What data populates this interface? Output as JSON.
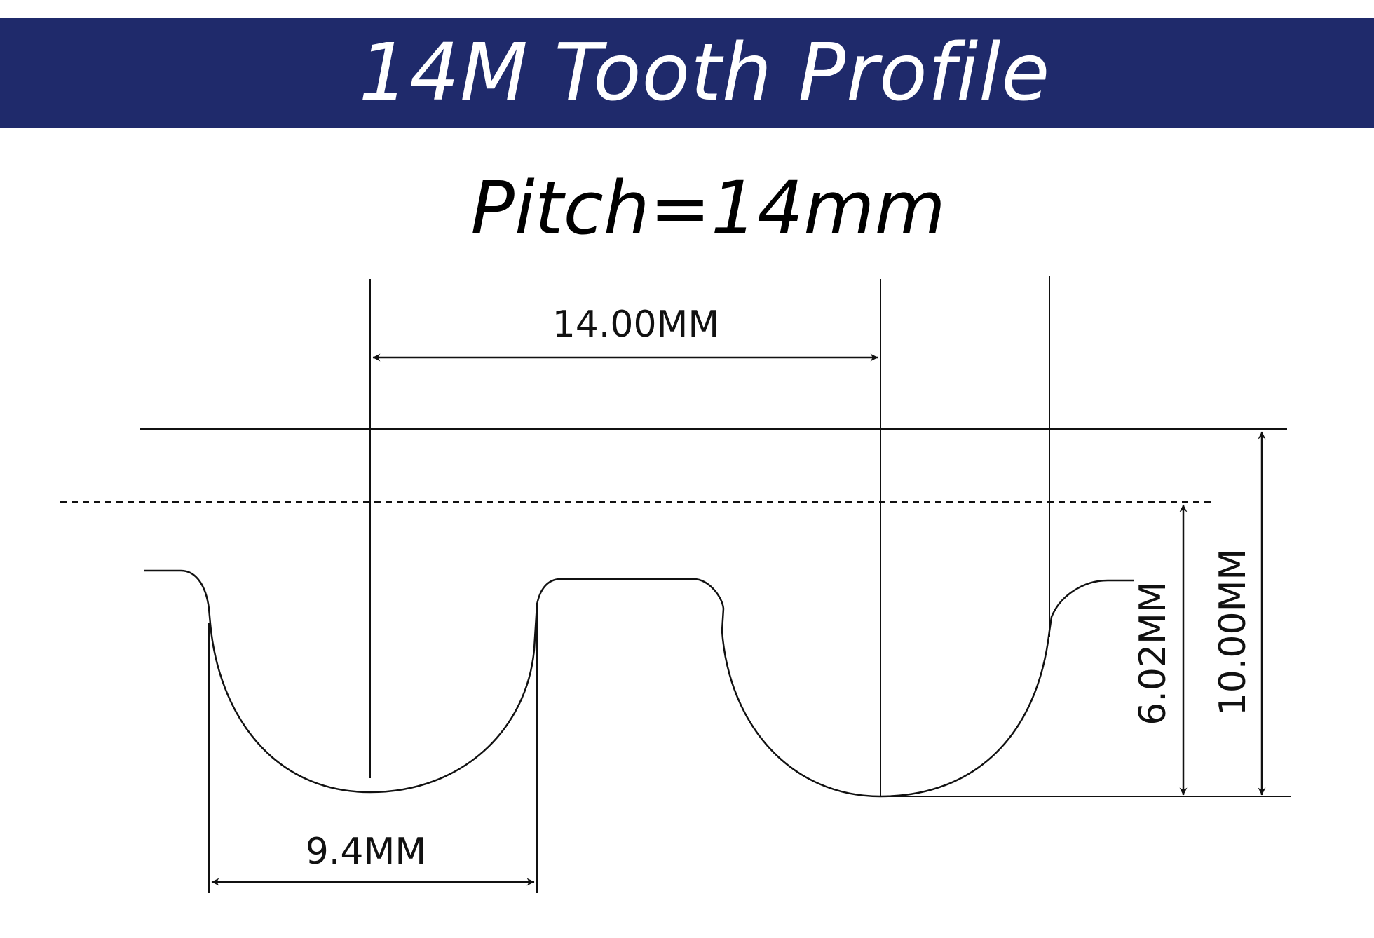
{
  "header": {
    "title": "14M Tooth Profile"
  },
  "subtitle": "Pitch=14mm",
  "dimensions": {
    "pitch": "14.00MM",
    "groove_width": "9.4MM",
    "tooth_height": "6.02MM",
    "belt_height": "10.00MM"
  },
  "colors": {
    "banner_bg": "#1f2a6b",
    "banner_text": "#ffffff",
    "line": "#111111"
  }
}
